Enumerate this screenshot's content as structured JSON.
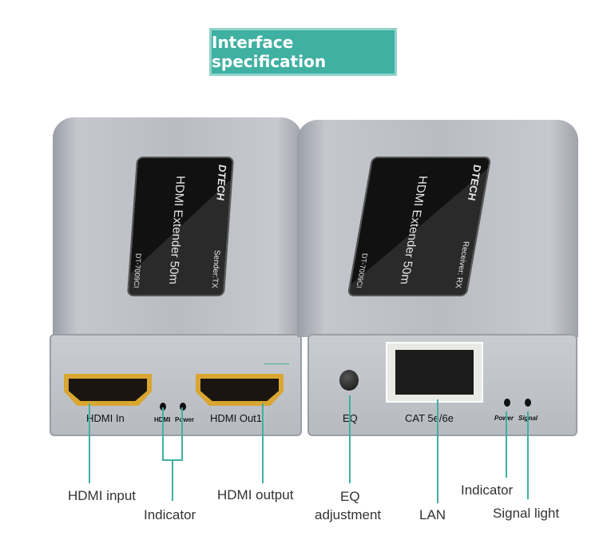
{
  "banner": {
    "title": "Interface specification"
  },
  "sender": {
    "brand": "DTECH",
    "product": "HDMI Extender 50m",
    "model": "DT-7009CI",
    "role": "Sender:TX",
    "ports": {
      "hdmi_in": "HDMI In",
      "hdmi_led": "HDMI",
      "power_led": "Power",
      "hdmi_out": "HDMI Out1"
    }
  },
  "receiver": {
    "brand": "DTECH",
    "product": "HDMI Extender 50m",
    "model": "DT-7009CI",
    "role": "Receiver: RX",
    "ports": {
      "eq": "EQ",
      "lan": "CAT 5e/6e",
      "power_led": "Power",
      "signal_led": "Signal"
    }
  },
  "callouts": {
    "hdmi_input": "HDMI input",
    "indicator_left": "Indicator",
    "hdmi_output": "HDMI output",
    "eq_line1": "EQ",
    "eq_line2": "adjustment",
    "lan": "LAN",
    "indicator_right": "Indicator",
    "signal_light": "Signal light"
  },
  "colors": {
    "accent": "#3fb0a2"
  }
}
